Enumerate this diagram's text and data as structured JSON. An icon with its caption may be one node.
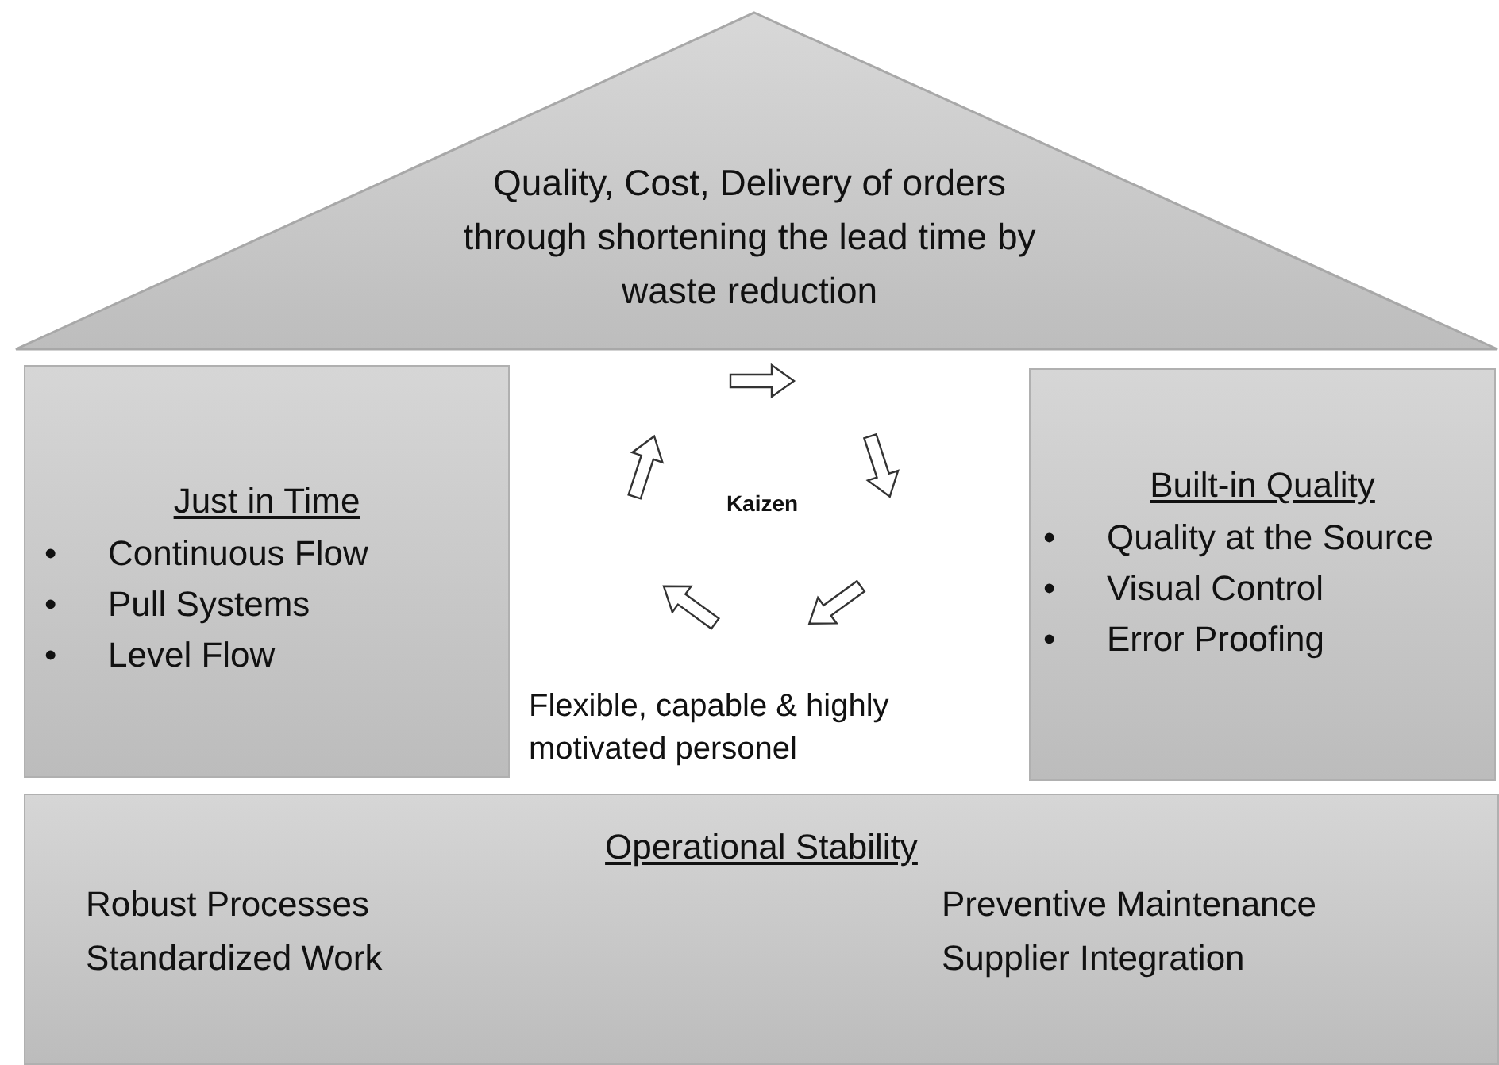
{
  "diagram": {
    "nodes": [
      {
        "text": [
          "Quality, Cost, Delivery of orders through shortening the lead time by waste reduction"
        ]
      },
      {
        "text": [
          "Just in Time",
          "•",
          "Continuous Flow",
          "•",
          "Pull Systems",
          "•",
          "Level Flow"
        ]
      },
      {
        "text": [
          "Built-in Quality",
          "•",
          "Quality at the Source",
          "•",
          "Visual Control",
          "•",
          "Error Proofing"
        ]
      },
      {
        "text": [
          "Operational Stability",
          "Robust Processes",
          "Standardized Work",
          "Preventive Maintenance",
          "Supplier Integration"
        ]
      }
    ],
    "labels": [
      "Kaizen",
      "Flexible, capable & highly motivated personel"
    ]
  }
}
